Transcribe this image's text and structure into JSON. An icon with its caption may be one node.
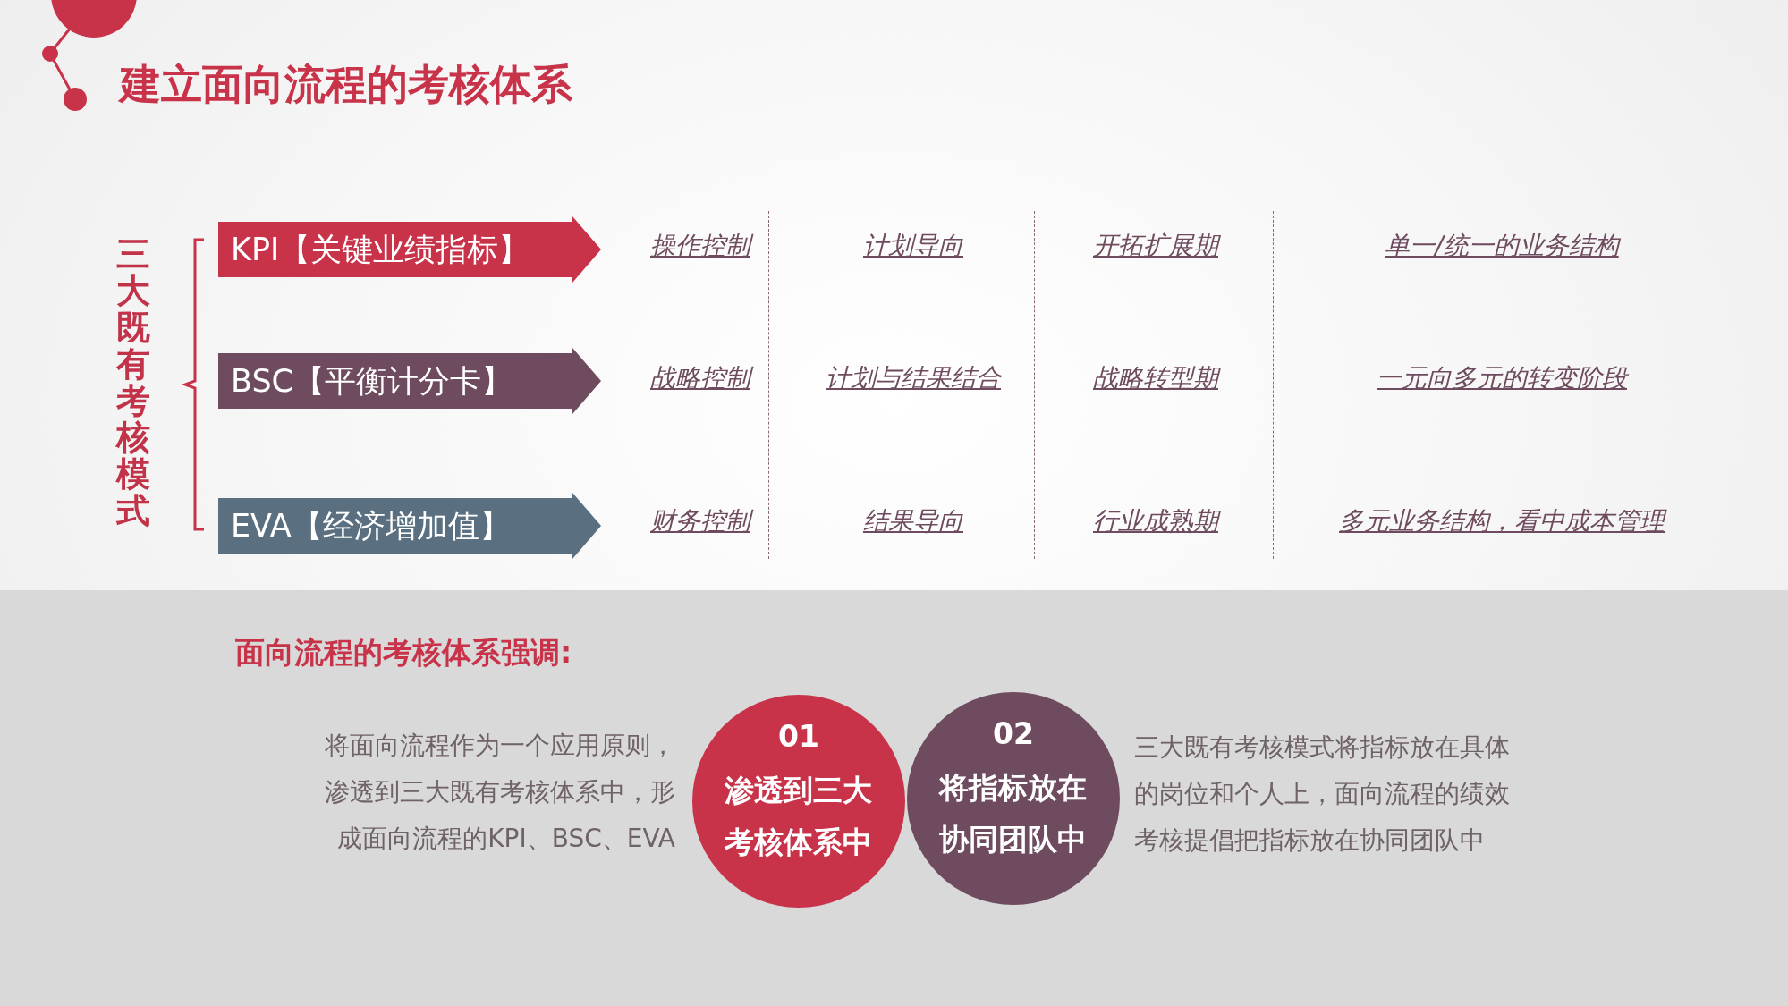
{
  "diagram": {
    "title": "建立面向流程的考核体系",
    "nodes": [
      {
        "text": [
          "KPI【关键业绩指标】"
        ]
      },
      {
        "text": [
          "BSC【平衡计分卡】"
        ]
      },
      {
        "text": [
          "EVA【经济增加值】"
        ]
      },
      {
        "text": [
          "01",
          "渗透到三大考核体系中"
        ],
        "beside": [
          "将面向流程作为一个应用原则，渗透到三大既有考核体系中，形成面向流程的KPI、BSC、EVA"
        ]
      },
      {
        "text": [
          "02",
          "将指标放在协同团队中"
        ],
        "beside": [
          "三大既有考核模式将指标放在具体的岗位和个人上，面向流程的绩效考核提倡把指标放在协同团队中"
        ]
      }
    ],
    "labels": [
      "三大既有考核模式",
      "操作控制",
      "计划导向",
      "开拓扩展期",
      "单一/统一的业务结构",
      "战略控制",
      "计划与结果结合",
      "战略转型期",
      "一元向多元的转变阶段",
      "财务控制",
      "结果导向",
      "行业成熟期",
      "多元业务结构，看中成本管理",
      "面向流程的考核体系强调:"
    ]
  }
}
